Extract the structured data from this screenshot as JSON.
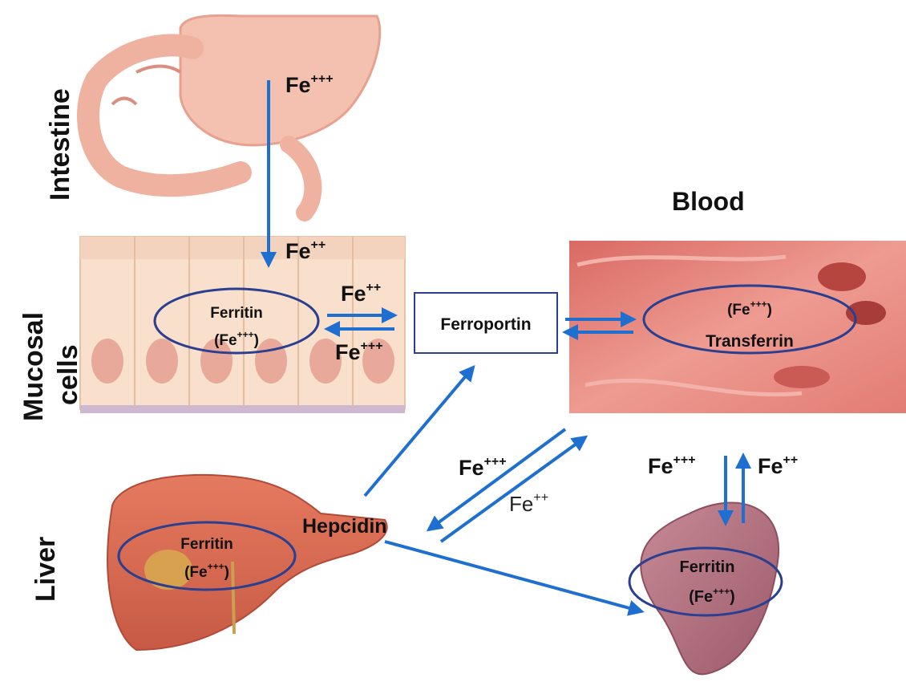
{
  "labels": {
    "intestine": "Intestine",
    "mucosal_cells_line1": "Mucosal",
    "mucosal_cells_line2": "cells",
    "liver": "Liver",
    "blood": "Blood"
  },
  "nodes": {
    "mucosal_ferritin": {
      "name": "Ferritin",
      "species": "(Fe",
      "charge": "+++",
      "close": ")"
    },
    "ferroportin": "Ferroportin",
    "blood_transferrin": {
      "species": "(Fe",
      "charge": "+++",
      "close": ")",
      "name": "Transferrin"
    },
    "liver_ferritin": {
      "name": "Ferritin",
      "species": "(Fe",
      "charge": "+++",
      "close": ")"
    },
    "spleen_ferritin": {
      "name": "Ferritin",
      "species": "(Fe",
      "charge": "+++",
      "close": ")"
    },
    "hepcidin": "Hepcidin"
  },
  "ion_labels": {
    "intestine_in": {
      "base": "Fe",
      "charge": "+++"
    },
    "mucosal_in": {
      "base": "Fe",
      "charge": "++"
    },
    "to_ferroportin": {
      "base": "Fe",
      "charge": "++"
    },
    "from_ferroportin": {
      "base": "Fe",
      "charge": "+++"
    },
    "blood_to_liver": {
      "base": "Fe",
      "charge": "+++"
    },
    "liver_to_blood": {
      "base": "Fe",
      "charge": "++"
    },
    "blood_to_spleen": {
      "base": "Fe",
      "charge": "+++"
    },
    "spleen_to_blood": {
      "base": "Fe",
      "charge": "++"
    }
  },
  "colors": {
    "arrow": "#1f6fd1",
    "ellipse": "#2a3f8f",
    "box_border": "#2a3f8f",
    "intestine": "#f1b3a3",
    "mucosa": "#f7dcc6",
    "blood": "#e9857c",
    "liver": "#dc6b52",
    "spleen": "#b06f7f"
  }
}
